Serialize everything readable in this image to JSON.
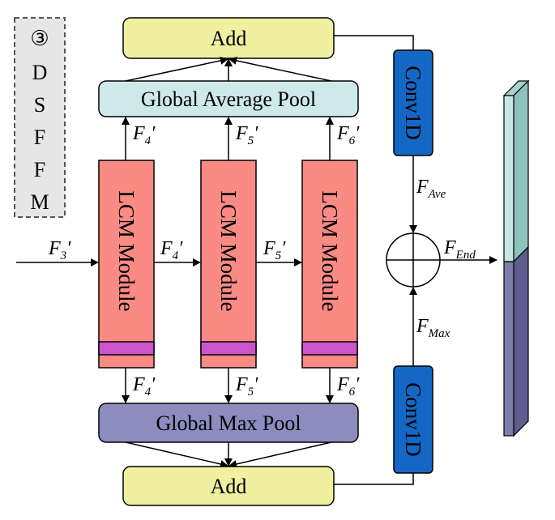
{
  "sidebar": {
    "circle_number": "③",
    "letters": [
      "D",
      "S",
      "F",
      "F",
      "M"
    ]
  },
  "boxes": {
    "add_top": "Add",
    "add_bottom": "Add",
    "global_avg_pool": "Global Average Pool",
    "global_max_pool": "Global Max Pool",
    "lcm_modules": [
      "LCM Module",
      "LCM Module",
      "LCM Module"
    ],
    "conv_top": "Conv1D",
    "conv_bottom": "Conv1D"
  },
  "labels": {
    "input": {
      "base": "F",
      "sub": "3",
      "prime": "′"
    },
    "mid1": {
      "base": "F",
      "sub": "4",
      "prime": "′"
    },
    "mid2": {
      "base": "F",
      "sub": "5",
      "prime": "′"
    },
    "gap_in": [
      {
        "base": "F",
        "sub": "4",
        "prime": "′"
      },
      {
        "base": "F",
        "sub": "5",
        "prime": "′"
      },
      {
        "base": "F",
        "sub": "6",
        "prime": "′"
      }
    ],
    "gmp_in": [
      {
        "base": "F",
        "sub": "4",
        "prime": "′"
      },
      {
        "base": "F",
        "sub": "5",
        "prime": "′"
      },
      {
        "base": "F",
        "sub": "6",
        "prime": "′"
      }
    ],
    "f_ave": {
      "base": "F",
      "sub": "Ave"
    },
    "f_max": {
      "base": "F",
      "sub": "Max"
    },
    "f_end": {
      "base": "F",
      "sub": "End"
    }
  },
  "colors": {
    "add_fill": "#f0f0a0",
    "gap_fill": "#cfe9ea",
    "gmp_fill": "#8c8cbf",
    "lcm_fill": "#f98a84",
    "lcm_band": "#cc55cc",
    "conv_fill": "#1567c5",
    "bar_top": "#c8e6e3",
    "bar_bottom": "#7d7dae",
    "sidebar_fill": "#e6e6e6"
  }
}
